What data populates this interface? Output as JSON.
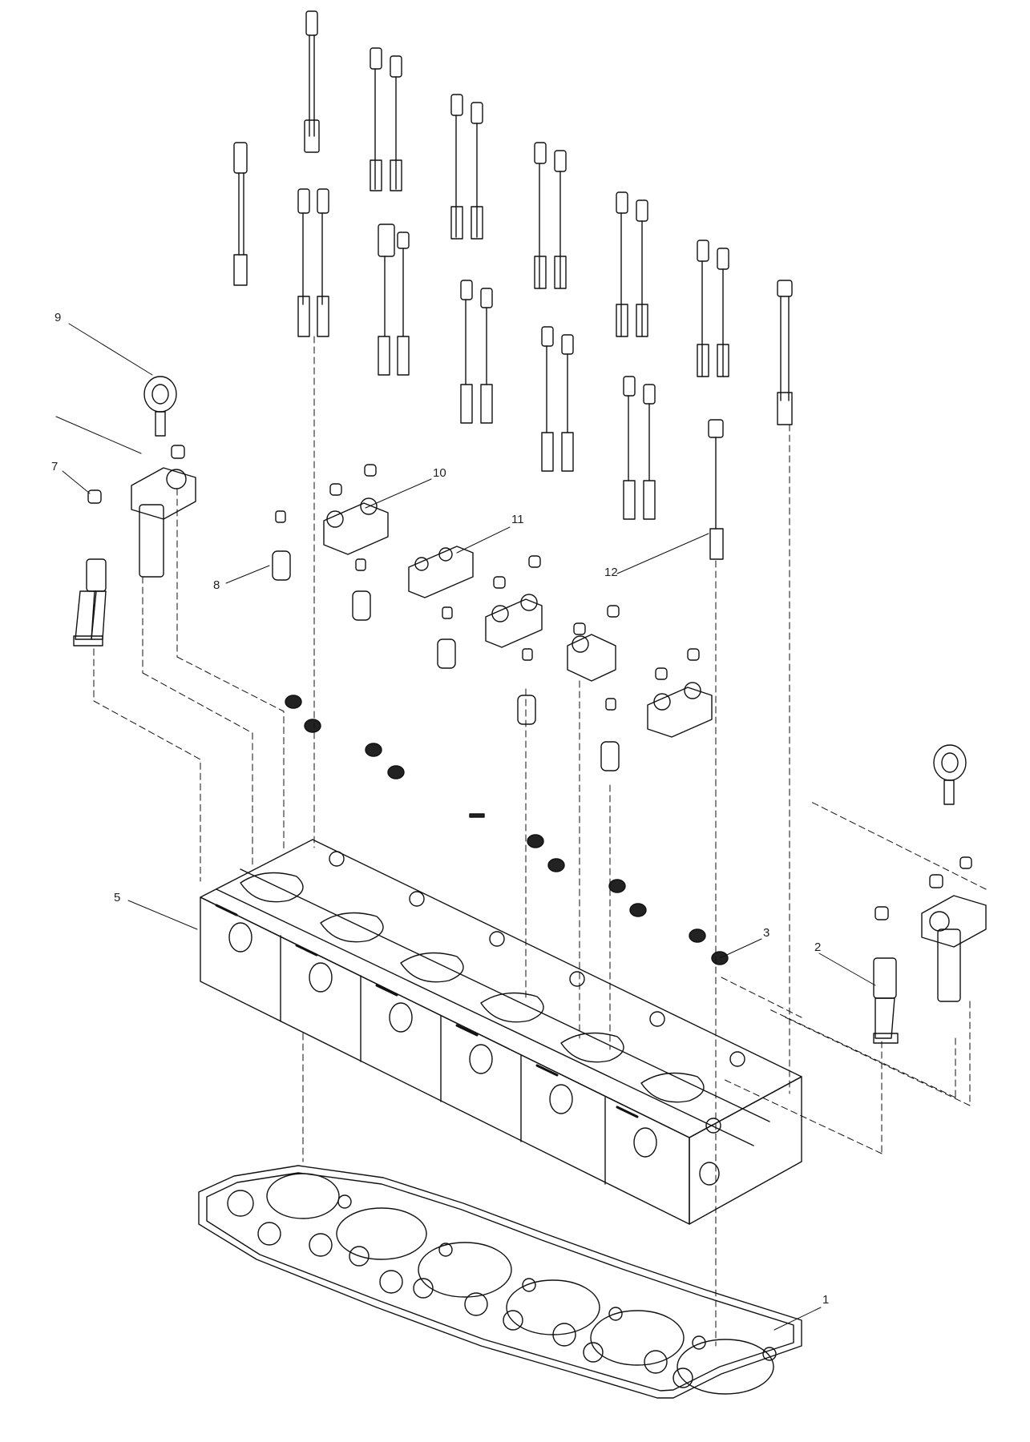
{
  "diagram": {
    "callouts": [
      {
        "id": "1",
        "label": "1"
      },
      {
        "id": "2",
        "label": "2"
      },
      {
        "id": "3",
        "label": "3"
      },
      {
        "id": "5",
        "label": "5"
      },
      {
        "id": "7",
        "label": "7"
      },
      {
        "id": "8",
        "label": "8"
      },
      {
        "id": "9",
        "label": "9"
      },
      {
        "id": "10",
        "label": "10"
      },
      {
        "id": "11",
        "label": "11"
      },
      {
        "id": "12",
        "label": "12"
      }
    ]
  },
  "colors": {
    "line": "#111111",
    "paper": "#ffffff"
  }
}
